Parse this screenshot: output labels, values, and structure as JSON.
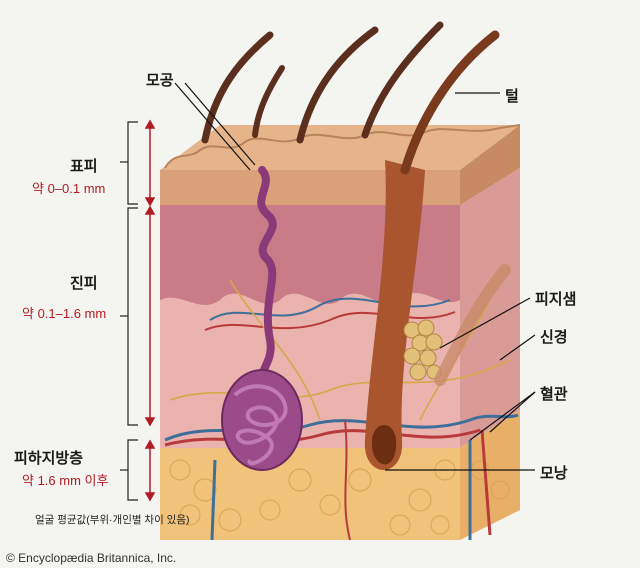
{
  "labels": {
    "pore": "모공",
    "hair": "털",
    "epidermis": "표피",
    "epidermis_depth": "약 0–0.1 mm",
    "dermis": "진피",
    "dermis_depth": "약 0.1–1.6 mm",
    "subcutaneous": "피하지방층",
    "subcutaneous_depth": "약 1.6 mm 이후",
    "sebaceous_gland": "피지샘",
    "nerve": "신경",
    "blood_vessel": "혈관",
    "hair_bulb": "모낭"
  },
  "note": "얼굴 평균값(부위·개인별 차이 있음)",
  "copyright": "© Encyclopædia Britannica, Inc.",
  "colors": {
    "depth_text": "#b01c23",
    "bracket_arrow": "#b01c23",
    "fat": "#f0c27a",
    "dermis": "#e8a9a6",
    "epidermis": "#d9a07a"
  }
}
